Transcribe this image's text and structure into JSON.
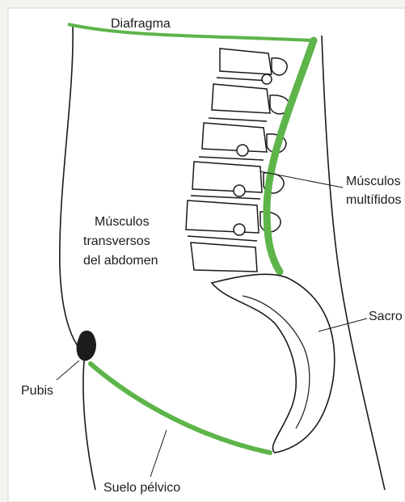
{
  "labels": {
    "diaphragm": "Diafragma",
    "multifidus_line1": "Músculos",
    "multifidus_line2": "multífidos",
    "transversus_line1": "Músculos",
    "transversus_line2": "transversos",
    "transversus_line3": "del abdomen",
    "sacrum": "Sacro",
    "pubis": "Pubis",
    "pelvic_floor": "Suelo pélvico"
  },
  "colors": {
    "muscle": "#5db54a",
    "outline": "#1a1a1a",
    "bone_fill": "#ffffff",
    "pubis": "#1c1c1c",
    "background": "#f4f3ef"
  }
}
